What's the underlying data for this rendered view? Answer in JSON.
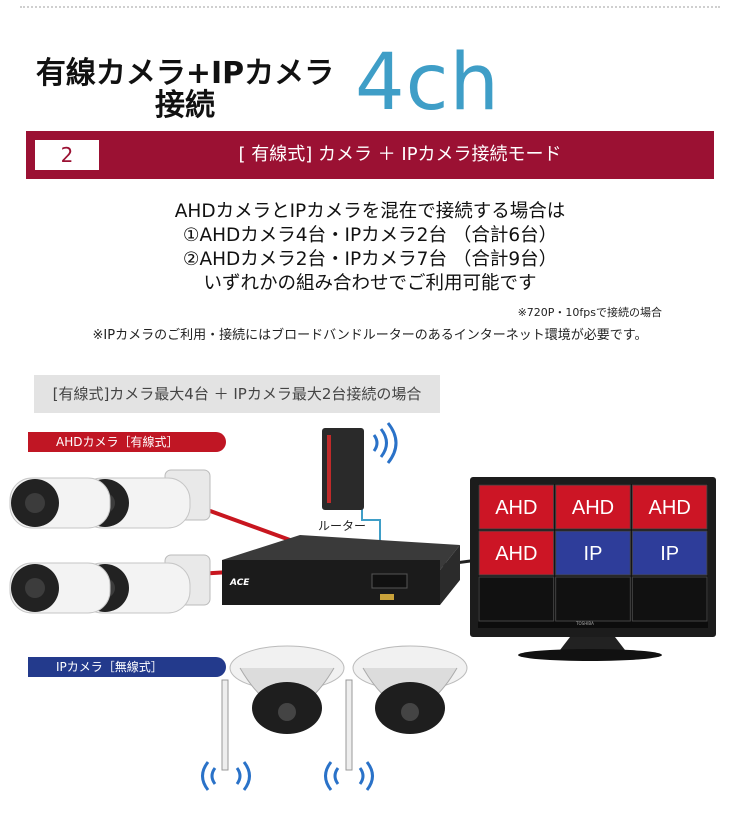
{
  "header": {
    "title_line1": "有線カメラ+IPカメラ",
    "title_line2": "接続",
    "channels": "4ch"
  },
  "banner": {
    "number": "2",
    "text": "[ 有線式] カメラ ＋ IPカメラ接続モード"
  },
  "description": {
    "line1": "AHDカメラとIPカメラを混在で接続する場合は",
    "line2": "①AHDカメラ4台・IPカメラ2台 （合計6台）",
    "line3": "②AHDカメラ2台・IPカメラ7台 （合計9台）",
    "line4": "いずれかの組み合わせでご利用可能です",
    "note_resolution": "※720P・10fpsで接続の場合",
    "note_router": "※IPカメラのご利用・接続にはブロードバンドルーターのあるインターネット環境が必要です。"
  },
  "diagram": {
    "scenario_label": "[有線式]カメラ最大4台 ＋ IPカメラ最大2台接続の場合",
    "ahd_tag": "AHDカメラ［有線式］",
    "ip_tag": "IPカメラ［無線式］",
    "router_label": "ルーター",
    "recorder_brand": "ACE",
    "monitor_brand": "TOSHIBA",
    "monitor_cells": [
      "AHD",
      "AHD",
      "AHD",
      "AHD",
      "IP",
      "IP",
      "",
      "",
      ""
    ],
    "colors": {
      "brand_red": "#9b1133",
      "ahd_red": "#cc1525",
      "ip_blue": "#2e3d9a",
      "accent_blue": "#3f9ec7"
    }
  }
}
